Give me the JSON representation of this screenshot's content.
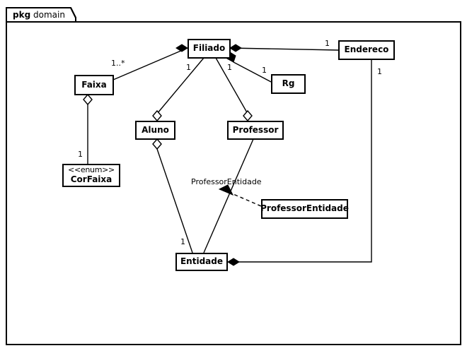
{
  "package": {
    "keyword": "pkg",
    "name": "domain"
  },
  "classes": [
    {
      "id": "filiado",
      "name": "Filiado",
      "stereotype": ""
    },
    {
      "id": "faixa",
      "name": "Faixa",
      "stereotype": ""
    },
    {
      "id": "rg",
      "name": "Rg",
      "stereotype": ""
    },
    {
      "id": "endereco",
      "name": "Endereco",
      "stereotype": ""
    },
    {
      "id": "corfaixa",
      "name": "CorFaixa",
      "stereotype": "<<enum>>"
    },
    {
      "id": "aluno",
      "name": "Aluno",
      "stereotype": ""
    },
    {
      "id": "professor",
      "name": "Professor",
      "stereotype": ""
    },
    {
      "id": "entidade",
      "name": "Entidade",
      "stereotype": ""
    },
    {
      "id": "professorentidade",
      "name": "ProfessorEntidade",
      "stereotype": ""
    }
  ],
  "multiplicities": [
    {
      "id": "m-faixa-filiado",
      "value": "1..*"
    },
    {
      "id": "m-filiado-aluno",
      "value": "1"
    },
    {
      "id": "m-filiado-professor",
      "value": "1"
    },
    {
      "id": "m-filiado-rg",
      "value": "1"
    },
    {
      "id": "m-endereco-filiado",
      "value": "1"
    },
    {
      "id": "m-endereco-entidade",
      "value": "1"
    },
    {
      "id": "m-corfaixa",
      "value": "1"
    },
    {
      "id": "m-entidade",
      "value": "1"
    }
  ],
  "association_labels": [
    {
      "id": "assoc-professor-entidade",
      "value": "ProfessorEntidade"
    }
  ],
  "colors": {
    "stroke": "#000000",
    "fill": "#ffffff",
    "text": "#000000"
  }
}
